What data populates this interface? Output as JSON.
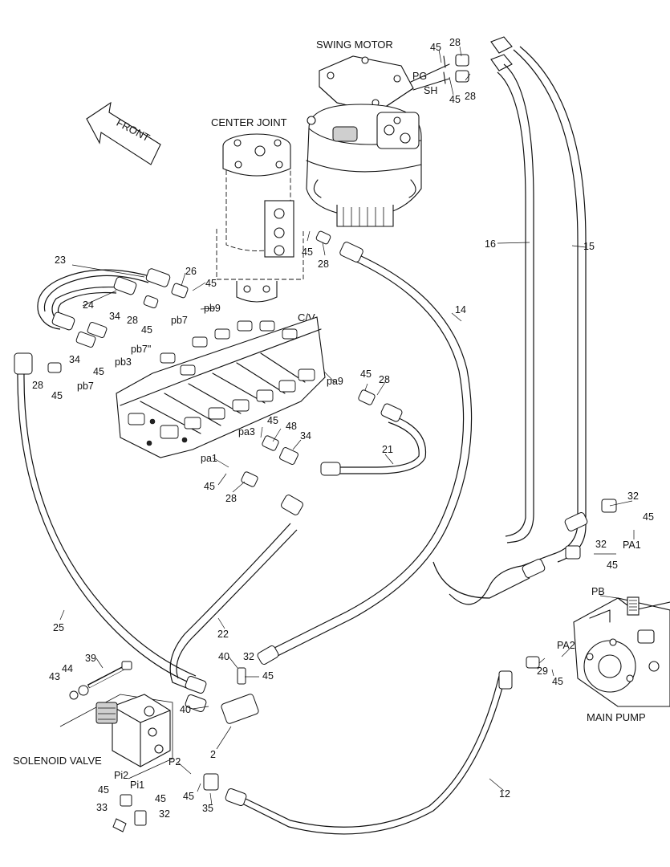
{
  "titles": {
    "swing_motor": "SWING MOTOR",
    "center_joint": "CENTER JOINT",
    "control_valve": "C/V",
    "main_pump": "MAIN PUMP",
    "solenoid_valve": "SOLENOID VALVE",
    "front": "FRONT"
  },
  "callouts": [
    {
      "id": "c28a",
      "text": "28"
    },
    {
      "id": "c45a",
      "text": "45"
    },
    {
      "id": "pg",
      "text": "PG"
    },
    {
      "id": "sh",
      "text": "SH"
    },
    {
      "id": "c45b",
      "text": "45"
    },
    {
      "id": "c28b",
      "text": "28"
    },
    {
      "id": "c45c",
      "text": "45"
    },
    {
      "id": "c28c",
      "text": "28"
    },
    {
      "id": "c16",
      "text": "16"
    },
    {
      "id": "c15",
      "text": "15"
    },
    {
      "id": "c23",
      "text": "23"
    },
    {
      "id": "c26",
      "text": "26"
    },
    {
      "id": "c45d",
      "text": "45"
    },
    {
      "id": "c24",
      "text": "24"
    },
    {
      "id": "pb9",
      "text": "pb9"
    },
    {
      "id": "c34a",
      "text": "34"
    },
    {
      "id": "c28d",
      "text": "28"
    },
    {
      "id": "c45e",
      "text": "45"
    },
    {
      "id": "pb7a",
      "text": "pb7"
    },
    {
      "id": "c14",
      "text": "14"
    },
    {
      "id": "c34b",
      "text": "34"
    },
    {
      "id": "pb7pp",
      "text": "pb7\""
    },
    {
      "id": "c45f",
      "text": "45"
    },
    {
      "id": "pb3",
      "text": "pb3"
    },
    {
      "id": "c28e",
      "text": "28"
    },
    {
      "id": "c45g",
      "text": "45"
    },
    {
      "id": "pb7b",
      "text": "pb7"
    },
    {
      "id": "c45h",
      "text": "45"
    },
    {
      "id": "pa9",
      "text": "pa9"
    },
    {
      "id": "c28f",
      "text": "28"
    },
    {
      "id": "c45i",
      "text": "45"
    },
    {
      "id": "c48",
      "text": "48"
    },
    {
      "id": "pa3",
      "text": "pa3"
    },
    {
      "id": "c34c",
      "text": "34"
    },
    {
      "id": "c21",
      "text": "21"
    },
    {
      "id": "pa1",
      "text": "pa1"
    },
    {
      "id": "c45j",
      "text": "45"
    },
    {
      "id": "c28g",
      "text": "28"
    },
    {
      "id": "c32a",
      "text": "32"
    },
    {
      "id": "c45k",
      "text": "45"
    },
    {
      "id": "pa1b",
      "text": "PA1"
    },
    {
      "id": "c32b",
      "text": "32"
    },
    {
      "id": "c45l",
      "text": "45"
    },
    {
      "id": "pb",
      "text": "PB"
    },
    {
      "id": "c25",
      "text": "25"
    },
    {
      "id": "c22",
      "text": "22"
    },
    {
      "id": "pa2",
      "text": "PA2"
    },
    {
      "id": "c29",
      "text": "29"
    },
    {
      "id": "c45m",
      "text": "45"
    },
    {
      "id": "c39",
      "text": "39"
    },
    {
      "id": "c44",
      "text": "44"
    },
    {
      "id": "c43",
      "text": "43"
    },
    {
      "id": "c40a",
      "text": "40"
    },
    {
      "id": "c32c",
      "text": "32"
    },
    {
      "id": "c45n",
      "text": "45"
    },
    {
      "id": "c40b",
      "text": "40"
    },
    {
      "id": "c2",
      "text": "2"
    },
    {
      "id": "p2",
      "text": "P2"
    },
    {
      "id": "pi2",
      "text": "Pi2"
    },
    {
      "id": "pi1",
      "text": "Pi1"
    },
    {
      "id": "c45o",
      "text": "45"
    },
    {
      "id": "c45p",
      "text": "45"
    },
    {
      "id": "c45q",
      "text": "45"
    },
    {
      "id": "c33",
      "text": "33"
    },
    {
      "id": "c32d",
      "text": "32"
    },
    {
      "id": "c35",
      "text": "35"
    },
    {
      "id": "c12",
      "text": "12"
    }
  ]
}
